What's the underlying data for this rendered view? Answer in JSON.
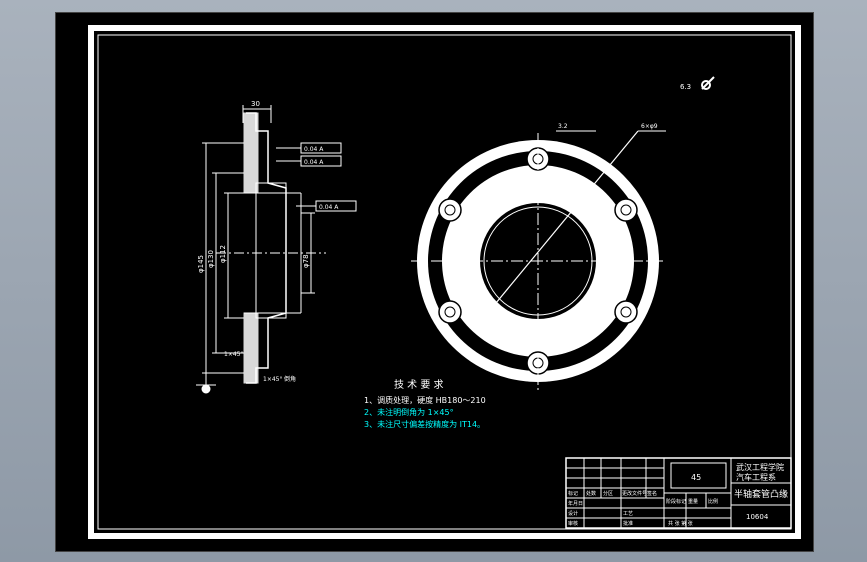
{
  "drawing": {
    "roughness_top": "6.3",
    "roughness_label": "3.2",
    "holes_label": "6×φ9",
    "section_view": {
      "top_dim": "30",
      "tolerances": [
        "0.04 A",
        "0.04 A",
        "0.04 A"
      ],
      "left_dims": [
        "φ145",
        "φ130",
        "φ112"
      ],
      "right_dim": "φ78",
      "bottom_notes": [
        "1×45°",
        "倒角"
      ],
      "datum": "A",
      "chamfer": "1×45°"
    },
    "tech_req": {
      "title": "技 术 要 求",
      "lines": [
        "1、调质处理，硬度 HB180～210",
        "2、未注明倒角为 1×45°",
        "3、未注尺寸偏差按精度为 IT14。"
      ]
    },
    "title_block": {
      "material": "45",
      "school_line1": "武汉工程学院",
      "school_line2": "汽车工程系",
      "part_name": "半轴套管凸缘",
      "drawing_no": "10604",
      "row_labels": [
        "标记",
        "处数",
        "分区",
        "更改文件号",
        "签名",
        "年月日"
      ],
      "stage_labels": [
        "阶段标记",
        "重量",
        "比例"
      ],
      "sheet_label": "共 张 第 张",
      "role_labels": [
        "设计",
        "审核",
        "工艺",
        "批准"
      ]
    }
  }
}
